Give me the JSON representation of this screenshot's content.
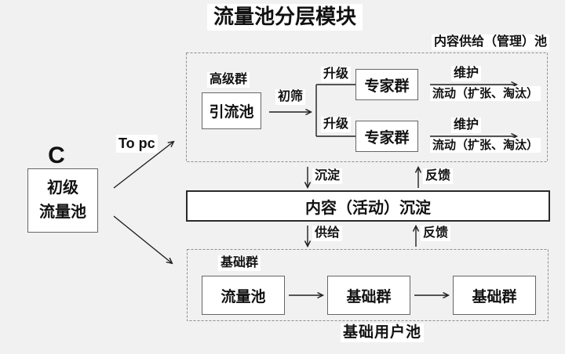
{
  "page": {
    "title": "流量池分层模块"
  },
  "colors": {
    "background": "#f1f1f1",
    "line": "#1f1f1f",
    "dashed_border": "#8e8e8e",
    "box_border": "#666666",
    "box_fill": "#ffffff",
    "text": "#111111"
  },
  "left": {
    "c_label": "C",
    "primary_pool_line1": "初级",
    "primary_pool_line2": "流量池",
    "to_pc_label": "To pc"
  },
  "top_container": {
    "label": "内容供给（管理）池",
    "group_label": "高级群",
    "source_box": "引流池",
    "screen_label": "初筛",
    "upgrade_label_1": "升级",
    "upgrade_label_2": "升级",
    "expert_box_1": "专家群",
    "expert_box_2": "专家群",
    "maintain_label_1": "维护",
    "flow_label_1": "流动（扩张、淘汰）",
    "maintain_label_2": "维护",
    "flow_label_2": "流动（扩张、淘汰）"
  },
  "middle": {
    "deposit_label": "沉淀",
    "feedback_top_label": "反馈",
    "content_box": "内容（活动）沉淀",
    "supply_label": "供给",
    "feedback_bottom_label": "反馈"
  },
  "bottom_container": {
    "group_label": "基础群",
    "box_1": "流量池",
    "box_2": "基础群",
    "box_3": "基础群",
    "label": "基础用户池"
  }
}
